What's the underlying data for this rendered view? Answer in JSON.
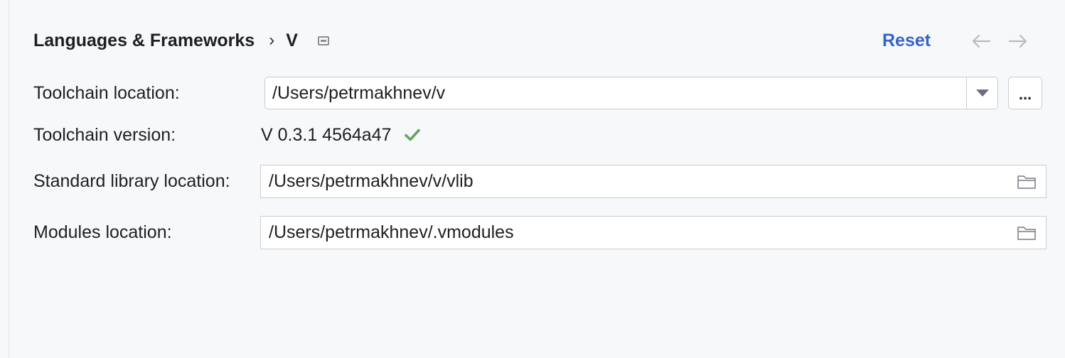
{
  "header": {
    "breadcrumb_parent": "Languages & Frameworks",
    "breadcrumb_separator": "›",
    "breadcrumb_current": "V",
    "page_icon": "window-icon",
    "reset_label": "Reset",
    "back_icon": "arrow-left-icon",
    "forward_icon": "arrow-right-icon"
  },
  "form": {
    "toolchain_location": {
      "label": "Toolchain location:",
      "value": "/Users/petrmakhnev/v",
      "dropdown_icon": "chevron-down-icon",
      "browse_label": "..."
    },
    "toolchain_version": {
      "label": "Toolchain version:",
      "value": "V 0.3.1 4564a47",
      "status_icon": "checkmark-icon"
    },
    "stdlib_location": {
      "label": "Standard library location:",
      "value": "/Users/petrmakhnev/v/vlib",
      "browse_icon": "folder-icon"
    },
    "modules_location": {
      "label": "Modules location:",
      "value": "/Users/petrmakhnev/.vmodules",
      "browse_icon": "folder-icon"
    }
  },
  "colors": {
    "background": "#f7f8fa",
    "accent_link": "#3264c8",
    "success": "#5fa85f",
    "border": "#c9ccd2"
  }
}
